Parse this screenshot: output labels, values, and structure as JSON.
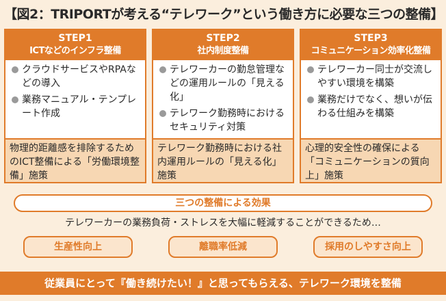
{
  "title": "【図2：TRIPORTが考える“テレワーク”という働き方に必要な三つの整備】",
  "steps": [
    {
      "step": "STEP1",
      "name": "ICTなどのインフラ整備",
      "bullets": [
        "クラウドサービスやRPAなどの導入",
        "業務マニュアル・テンプレート作成"
      ],
      "footer": "物理的距離感を排除するためのICT整備による「労働環境整備」施策"
    },
    {
      "step": "STEP2",
      "name": "社内制度整備",
      "bullets": [
        "テレワーカーの勤怠管理などの運用ルールの「見える化」",
        "テレワーク勤務時におけるセキュリティ対策"
      ],
      "footer": "テレワーク勤務時における社内運用ルールの「見える化」施策"
    },
    {
      "step": "STEP3",
      "name": "コミュニケーション効率化整備",
      "bullets": [
        "テレワーカー同士が交流しやすい環境を構築",
        "業務だけでなく、想いが伝わる仕組みを構築"
      ],
      "footer": "心理的安全性の確保による「コミュニケーションの質向上」施策"
    }
  ],
  "effects": {
    "header": "三つの整備による効果",
    "description": "テレワーカーの業務負荷・ストレスを大幅に軽減することができるため…",
    "items": [
      "生産性向上",
      "離職率低減",
      "採用のしやすさ向上"
    ]
  },
  "bottom_banner": "従業員にとって『働き続けたい！』と思ってもらえる、テレワーク環境を整備",
  "colors": {
    "accent": "#e07b2a",
    "background": "#fbeedd",
    "footer_fill": "#f7d7b3"
  }
}
